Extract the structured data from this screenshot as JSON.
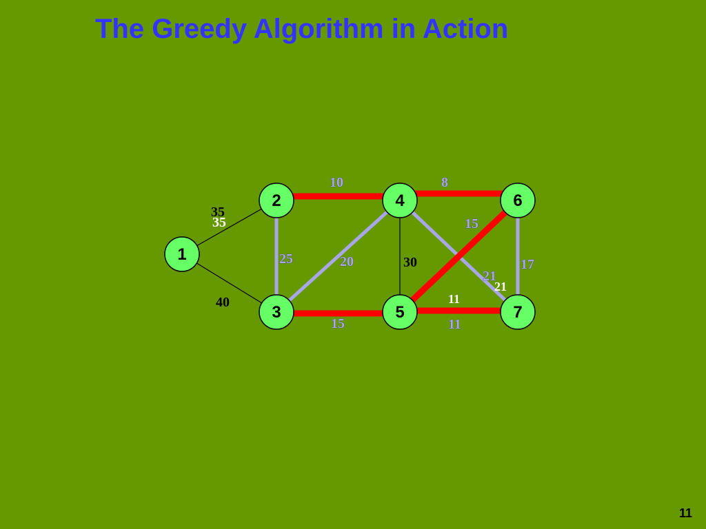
{
  "slide": {
    "title": "The Greedy Algorithm in Action",
    "page_number": "11"
  },
  "colors": {
    "background": "#669900",
    "title": "#3333ff",
    "node_fill": "#66ff66",
    "selected_edge": "#ff0000",
    "candidate_edge": "#a7a7e8",
    "rejected_edge": "#000000"
  },
  "graph": {
    "nodes": [
      {
        "id": "1",
        "label": "1"
      },
      {
        "id": "2",
        "label": "2"
      },
      {
        "id": "3",
        "label": "3"
      },
      {
        "id": "4",
        "label": "4"
      },
      {
        "id": "5",
        "label": "5"
      },
      {
        "id": "6",
        "label": "6"
      },
      {
        "id": "7",
        "label": "7"
      }
    ],
    "edges": [
      {
        "from": "1",
        "to": "2",
        "weight": "35",
        "state": "rejected"
      },
      {
        "from": "1",
        "to": "3",
        "weight": "40",
        "state": "rejected"
      },
      {
        "from": "2",
        "to": "4",
        "weight": "10",
        "state": "selected"
      },
      {
        "from": "4",
        "to": "6",
        "weight": "8",
        "state": "selected"
      },
      {
        "from": "2",
        "to": "3",
        "weight": "25",
        "state": "candidate"
      },
      {
        "from": "3",
        "to": "4",
        "weight": "20",
        "state": "candidate"
      },
      {
        "from": "4",
        "to": "5",
        "weight": "30",
        "state": "rejected"
      },
      {
        "from": "4",
        "to": "7",
        "weight": "21",
        "state": "candidate"
      },
      {
        "from": "5",
        "to": "6",
        "weight": "15",
        "state": "selected"
      },
      {
        "from": "6",
        "to": "7",
        "weight": "17",
        "state": "candidate"
      },
      {
        "from": "3",
        "to": "5",
        "weight": "15",
        "state": "selected"
      },
      {
        "from": "5",
        "to": "7",
        "weight": "11",
        "state": "selected"
      }
    ]
  }
}
